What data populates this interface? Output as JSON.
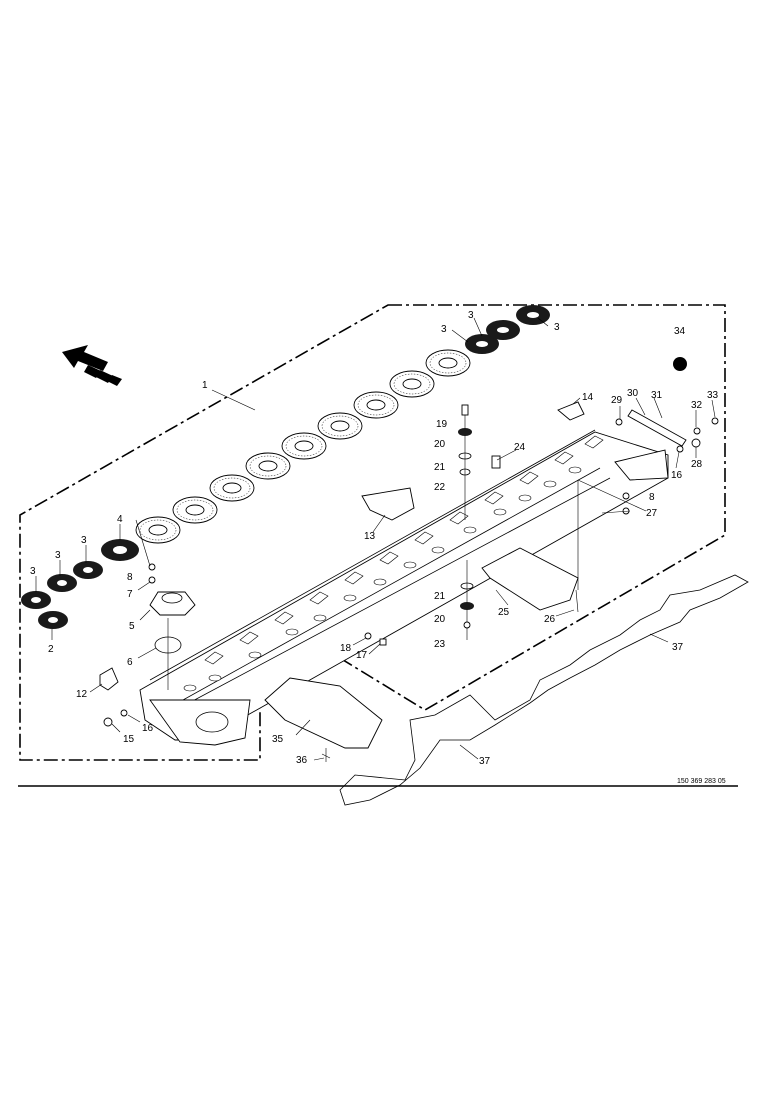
{
  "drawing_number": "150 369 283 05",
  "direction_icon": "arrow-left-up-icon",
  "callouts": [
    {
      "id": "c1",
      "text": "1"
    },
    {
      "id": "c2",
      "text": "2"
    },
    {
      "id": "c3a",
      "text": "3"
    },
    {
      "id": "c3b",
      "text": "3"
    },
    {
      "id": "c3c",
      "text": "3"
    },
    {
      "id": "c3d",
      "text": "3"
    },
    {
      "id": "c3e",
      "text": "3"
    },
    {
      "id": "c3f",
      "text": "3"
    },
    {
      "id": "c4",
      "text": "4"
    },
    {
      "id": "c5",
      "text": "5"
    },
    {
      "id": "c6",
      "text": "6"
    },
    {
      "id": "c7",
      "text": "7"
    },
    {
      "id": "c8a",
      "text": "8"
    },
    {
      "id": "c8b",
      "text": "8"
    },
    {
      "id": "c12",
      "text": "12"
    },
    {
      "id": "c13",
      "text": "13"
    },
    {
      "id": "c14",
      "text": "14"
    },
    {
      "id": "c15",
      "text": "15"
    },
    {
      "id": "c16a",
      "text": "16"
    },
    {
      "id": "c16b",
      "text": "16"
    },
    {
      "id": "c17",
      "text": "17"
    },
    {
      "id": "c18",
      "text": "18"
    },
    {
      "id": "c19",
      "text": "19"
    },
    {
      "id": "c20a",
      "text": "20"
    },
    {
      "id": "c20b",
      "text": "20"
    },
    {
      "id": "c21a",
      "text": "21"
    },
    {
      "id": "c21b",
      "text": "21"
    },
    {
      "id": "c22",
      "text": "22"
    },
    {
      "id": "c23",
      "text": "23"
    },
    {
      "id": "c24",
      "text": "24"
    },
    {
      "id": "c25",
      "text": "25"
    },
    {
      "id": "c26",
      "text": "26"
    },
    {
      "id": "c27",
      "text": "27"
    },
    {
      "id": "c28",
      "text": "28"
    },
    {
      "id": "c29",
      "text": "29"
    },
    {
      "id": "c30",
      "text": "30"
    },
    {
      "id": "c31",
      "text": "31"
    },
    {
      "id": "c32",
      "text": "32"
    },
    {
      "id": "c33",
      "text": "33"
    },
    {
      "id": "c34",
      "text": "34"
    },
    {
      "id": "c35",
      "text": "35"
    },
    {
      "id": "c36",
      "text": "36"
    },
    {
      "id": "c37a",
      "text": "37"
    },
    {
      "id": "c37b",
      "text": "37"
    }
  ]
}
